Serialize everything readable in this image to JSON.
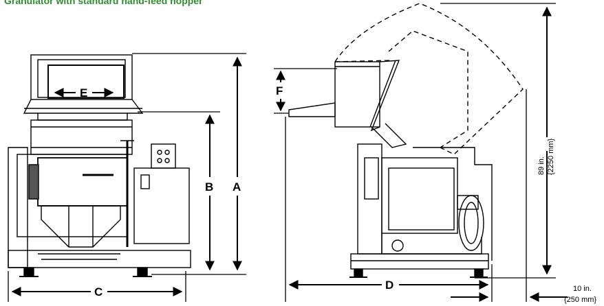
{
  "title": "Granulator with standard hand-feed hopper",
  "labels": {
    "a": "A",
    "b": "B",
    "c": "C",
    "d": "D",
    "e": "E",
    "f": "F"
  },
  "dimensions": {
    "height_in": "89 in.",
    "height_mm": "{2250 mm}",
    "clearance_in": "10 in.",
    "clearance_mm": "{250 mm}"
  }
}
